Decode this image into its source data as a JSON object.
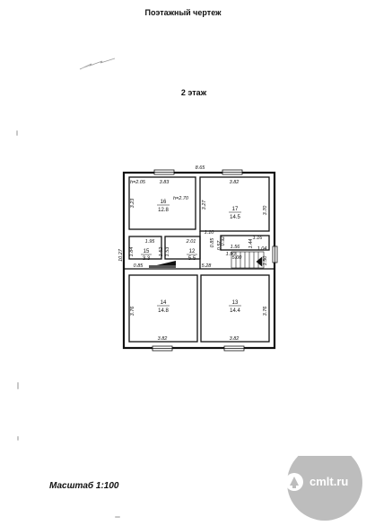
{
  "header": {
    "title": "Поэтажный чертеж",
    "floor_label": "2 этаж"
  },
  "footer": {
    "scale_label": "Масштаб 1:100"
  },
  "watermark": {
    "text": "cmlt.ru"
  },
  "plan": {
    "rooms": [
      {
        "number": "16",
        "area": "12.8"
      },
      {
        "number": "17",
        "area": "14.5"
      },
      {
        "number": "15",
        "area": "3.3"
      },
      {
        "number": "12",
        "area": "5.5"
      },
      {
        "number": "14",
        "area": "14.8"
      },
      {
        "number": "13",
        "area": "14.4"
      }
    ],
    "heights": {
      "h1": "h=2.05",
      "h2": "h=2.70"
    },
    "dimensions": {
      "overall_width": "8.65",
      "overall_height": "10.27",
      "r16_width": "3.83",
      "r16_height": "3.23",
      "r17_width": "3.82",
      "r17_height_left": "3.27",
      "r17_height_right": "3.70",
      "corridor_1_10": "1.10",
      "dim_1_16": "1.16",
      "dim_1_95": "1.95",
      "dim_2_01": "2.01",
      "dim_1_84": "1.84",
      "dim_1_52": "1.52",
      "dim_1_53": "1.53",
      "dim_0_85": "0.85",
      "dim_0_92": "0.92",
      "dim_0_57": "0.57",
      "dim_1_56": "1.56",
      "dim_1_44": "1.44",
      "dim_1_04": "1.04",
      "dim_1_90": "1.90",
      "dim_5_00": "5.00",
      "dim_1_50": "1.50",
      "dim_0_85b": "0.85",
      "dim_5_28": "5.28",
      "r14_height": "3.76",
      "r14_width": "3.82",
      "r13_height": "3.76",
      "r13_width": "3.82"
    }
  }
}
